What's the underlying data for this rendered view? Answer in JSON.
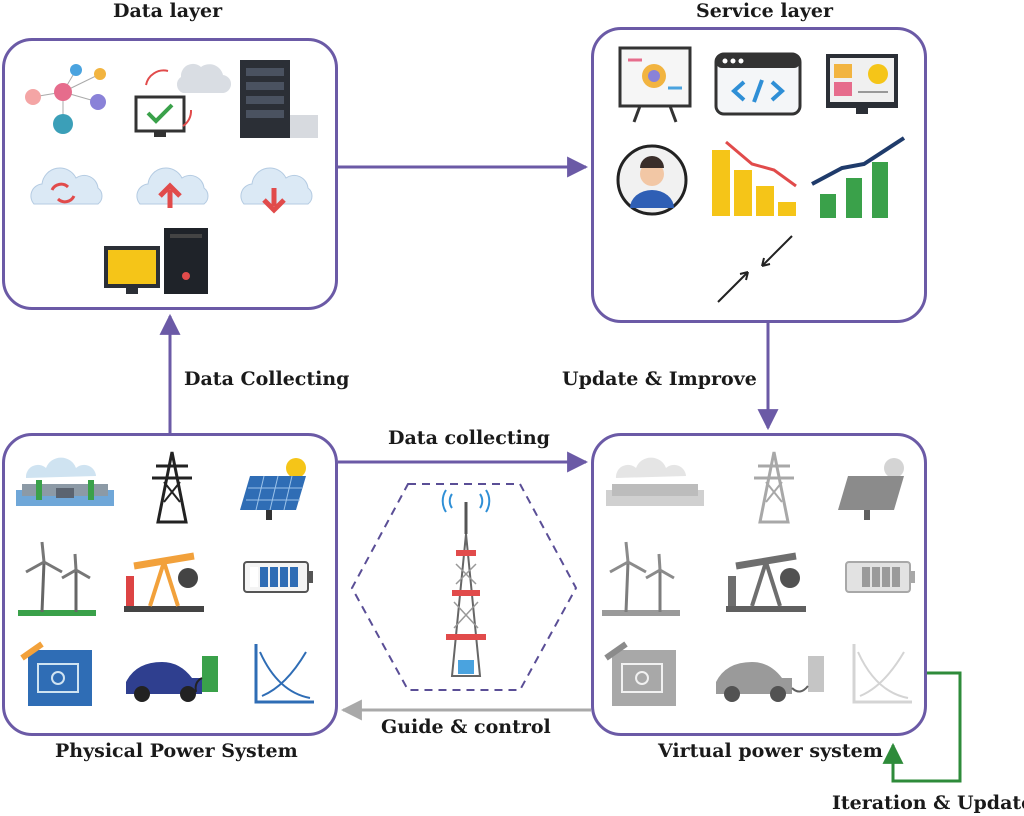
{
  "panels": {
    "data_layer": {
      "title": "Data layer"
    },
    "service_layer": {
      "title": "Service layer"
    },
    "physical_system": {
      "title": "Physical Power System"
    },
    "virtual_system": {
      "title": "Virtual power system"
    }
  },
  "edges": {
    "data_collecting_vertical": "Data Collecting",
    "data_collecting_horizontal": "Data collecting",
    "update_improve": "Update & Improve",
    "guide_control": "Guide & control",
    "iteration_update": "Iteration & Update"
  },
  "icons": {
    "data_layer": [
      "user-network-icon",
      "computer-sync-cloud-icon",
      "server-rack-icon",
      "cloud-sync-icon",
      "cloud-upload-icon",
      "cloud-download-icon",
      "desktop-computer-icon"
    ],
    "service_layer": [
      "presentation-board-icon",
      "code-window-icon",
      "dashboard-monitor-icon",
      "user-avatar-icon",
      "declining-bar-chart-icon",
      "rising-bar-chart-icon",
      "converging-arrows-icon"
    ],
    "physical": [
      "hydro-dam-icon",
      "transmission-tower-icon",
      "solar-panel-icon",
      "wind-turbine-icon",
      "oil-pump-jack-icon",
      "battery-icon",
      "blueprint-icon",
      "electric-car-charging-icon",
      "curve-chart-icon"
    ],
    "center": [
      "communication-tower-icon"
    ]
  },
  "colors": {
    "panel_border": "#6b5aa6",
    "arrow_purple": "#6b5aa6",
    "arrow_gray": "#a9a9a9",
    "arrow_green": "#2e8b3a"
  }
}
